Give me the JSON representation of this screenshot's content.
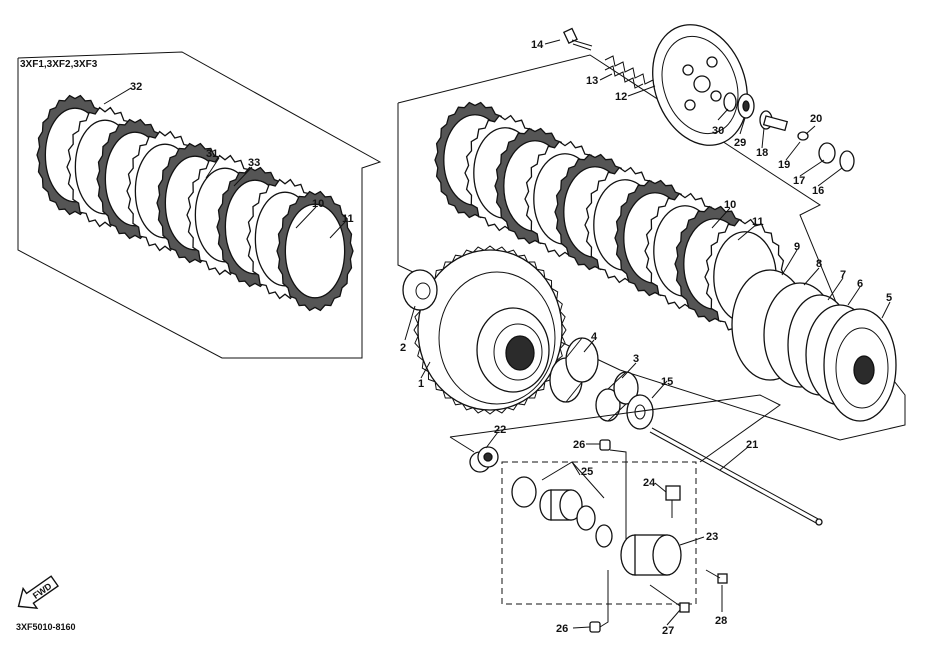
{
  "figure": {
    "inset_models": "3XF1,3XF2,3XF3",
    "diagram_code": "3XF5010-8160",
    "direction_badge": "FWD"
  },
  "callouts": [
    "1",
    "2",
    "3",
    "4",
    "5",
    "6",
    "7",
    "8",
    "9",
    "10",
    "11",
    "12",
    "13",
    "14",
    "15",
    "16",
    "17",
    "18",
    "19",
    "20",
    "21",
    "22",
    "23",
    "24",
    "25",
    "26",
    "26",
    "27",
    "28",
    "29",
    "30",
    "10",
    "11",
    "31",
    "32",
    "33"
  ]
}
